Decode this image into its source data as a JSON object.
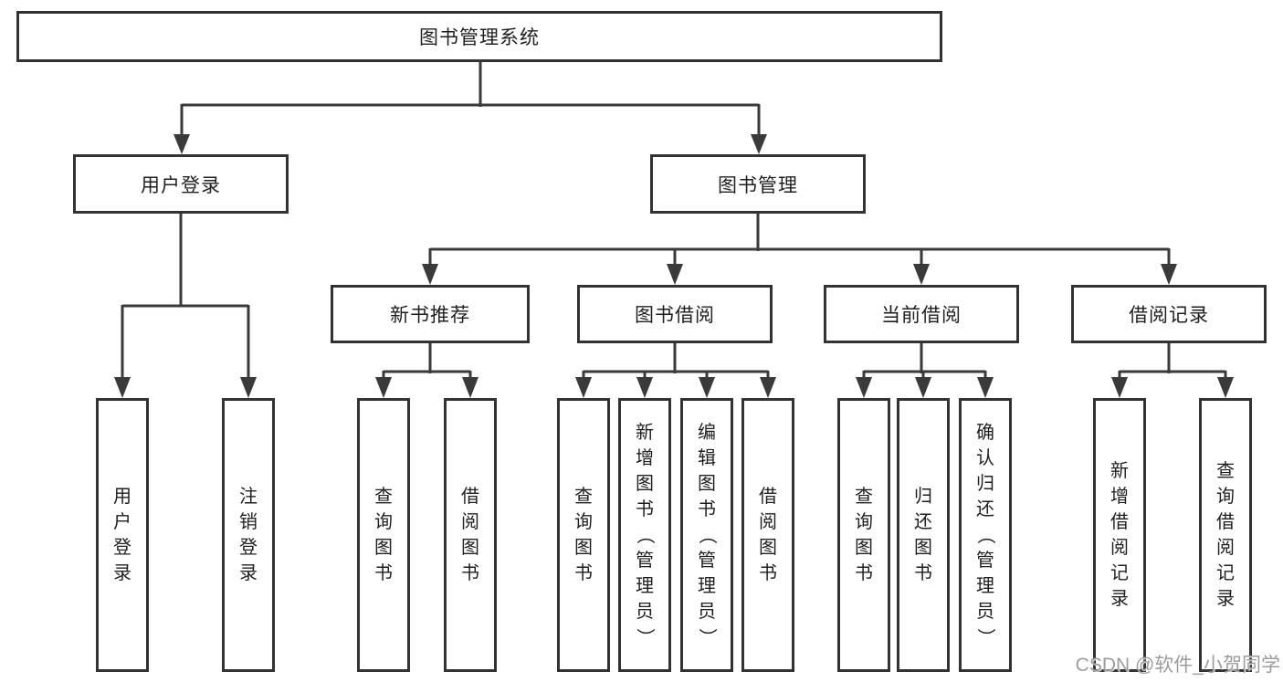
{
  "diagram": {
    "title": "图书管理系统",
    "tree": {
      "root": {
        "label": "图书管理系统"
      },
      "branches": [
        {
          "label": "用户登录",
          "children": [
            {
              "label": "用户登录"
            },
            {
              "label": "注销登录"
            }
          ]
        },
        {
          "label": "图书管理",
          "children": [
            {
              "label": "新书推荐",
              "children": [
                {
                  "label": "查询图书"
                },
                {
                  "label": "借阅图书"
                }
              ]
            },
            {
              "label": "图书借阅",
              "children": [
                {
                  "label": "查询图书"
                },
                {
                  "label": "新增图书（管理员）"
                },
                {
                  "label": "编辑图书（管理员）"
                },
                {
                  "label": "借阅图书"
                }
              ]
            },
            {
              "label": "当前借阅",
              "children": [
                {
                  "label": "查询图书"
                },
                {
                  "label": "归还图书"
                },
                {
                  "label": "确认归还（管理员）"
                }
              ]
            },
            {
              "label": "借阅记录",
              "children": [
                {
                  "label": "新增借阅记录"
                },
                {
                  "label": "查询借阅记录"
                }
              ]
            }
          ]
        }
      ]
    },
    "colors": {
      "line": "#3a3a3a",
      "box_border": "#333333",
      "text": "#1f1f1f",
      "background": "#ffffff",
      "watermark": "#9c9c9c"
    }
  },
  "watermark": {
    "text": "CSDN @软件_小贺同学"
  }
}
